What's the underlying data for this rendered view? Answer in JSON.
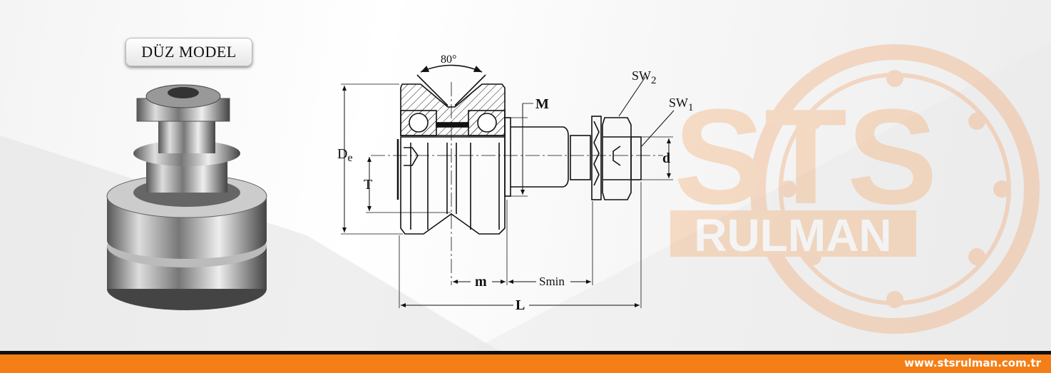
{
  "badge": "DÜZ MODEL",
  "footer": {
    "url": "www.stsrulman.com.tr"
  },
  "watermark": {
    "brand": "STS",
    "sub": "RULMAN"
  },
  "drawing": {
    "angle": "80°",
    "M": "M",
    "SW2_base": "SW",
    "SW2_sub": "2",
    "SW1_base": "SW",
    "SW1_sub": "1",
    "De_base": "D",
    "De_sub": "e",
    "T": "T",
    "d": "d",
    "m": "m",
    "Smin": "Smin",
    "L": "L"
  },
  "colors": {
    "accent": "#f47f16",
    "watermark": "#f2b58a"
  }
}
